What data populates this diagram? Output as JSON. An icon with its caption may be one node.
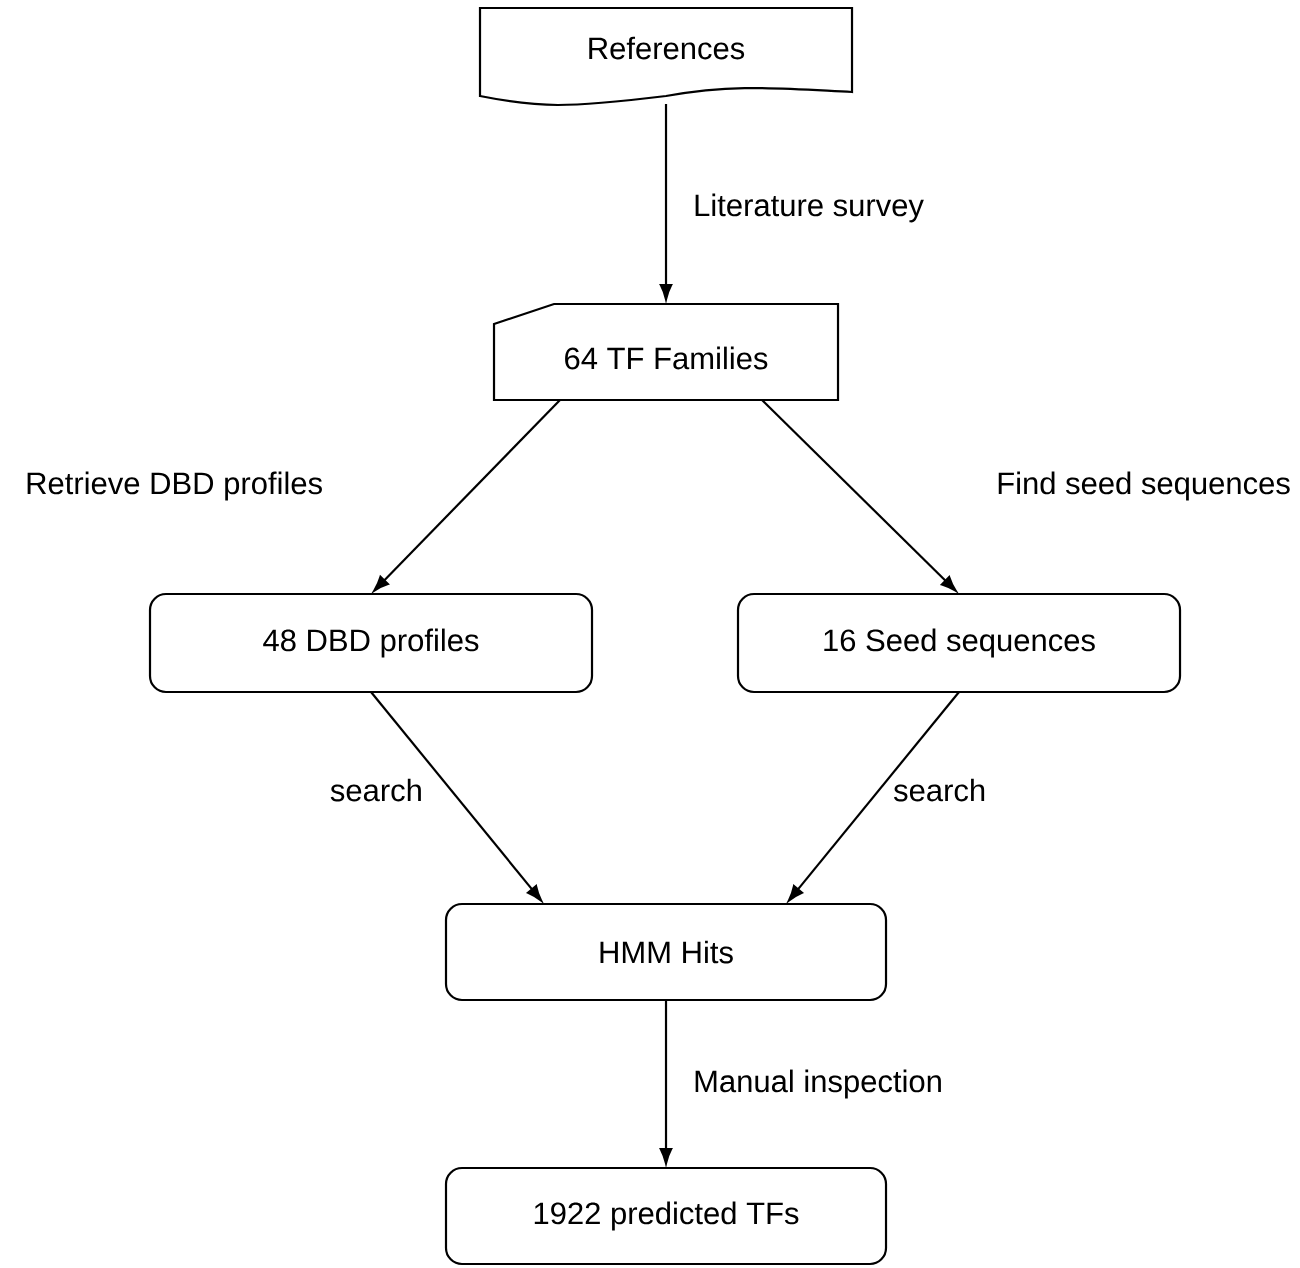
{
  "diagram": {
    "nodes": [
      {
        "text": [
          "References"
        ]
      },
      {
        "text": [
          "64 TF Families"
        ]
      },
      {
        "text": [
          "48 DBD profiles"
        ]
      },
      {
        "text": [
          "16 Seed sequences"
        ]
      },
      {
        "text": [
          "HMM Hits"
        ]
      },
      {
        "text": [
          "1922 predicted TFs"
        ]
      }
    ],
    "edges": [
      {
        "from": 0,
        "to": 1,
        "arrow": "to",
        "label": "Literature survey"
      },
      {
        "from": 1,
        "to": 2,
        "arrow": "to",
        "label": "Retrieve  DBD profiles"
      },
      {
        "from": 1,
        "to": 3,
        "arrow": "to",
        "label": "Find seed sequences"
      },
      {
        "from": 2,
        "to": 4,
        "arrow": "to",
        "label": "search"
      },
      {
        "from": 3,
        "to": 4,
        "arrow": "to",
        "label": "search"
      },
      {
        "from": 4,
        "to": 5,
        "arrow": "to",
        "label": "Manual inspection"
      }
    ]
  }
}
